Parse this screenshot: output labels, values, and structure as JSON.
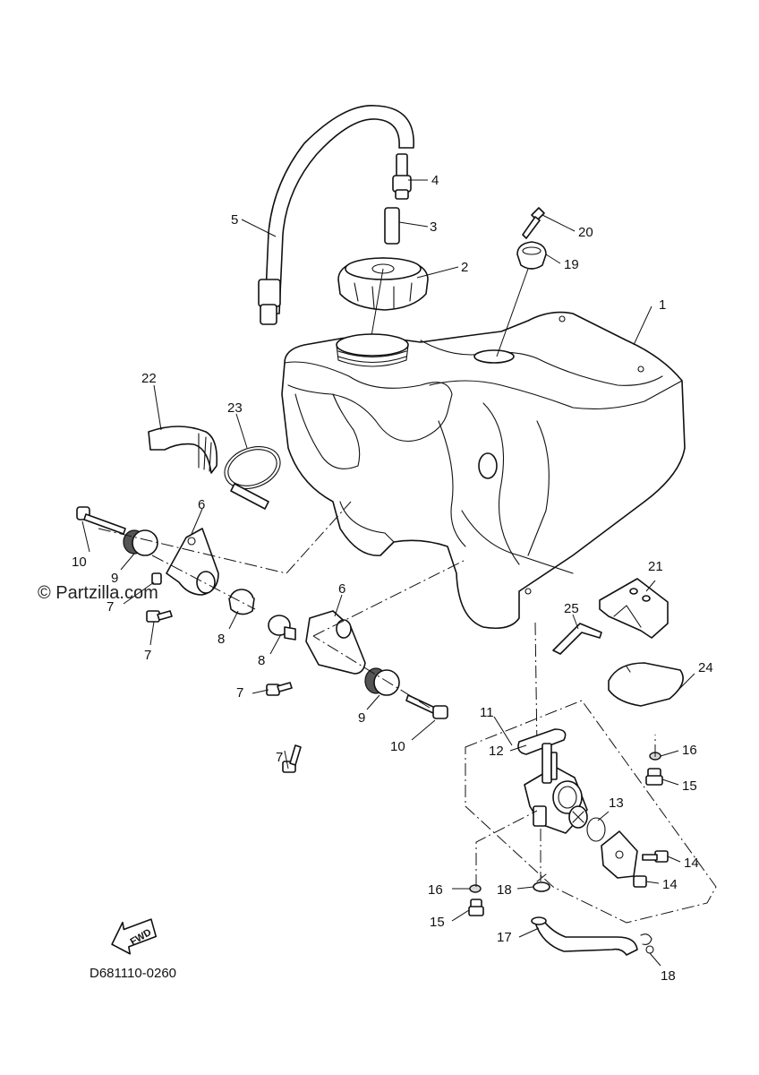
{
  "watermark": "© Partzilla.com",
  "diagram_code": "D681110-0260",
  "fwd_label": "FWD",
  "colors": {
    "line": "#111111",
    "background": "#ffffff",
    "shade": "#d8d8d8"
  },
  "callouts": {
    "c1": "1",
    "c2": "2",
    "c3": "3",
    "c4": "4",
    "c5": "5",
    "c6a": "6",
    "c6b": "6",
    "c7a": "7",
    "c7b": "7",
    "c7c": "7",
    "c7d": "7",
    "c8a": "8",
    "c8b": "8",
    "c9a": "9",
    "c9b": "9",
    "c10a": "10",
    "c10b": "10",
    "c11": "11",
    "c12": "12",
    "c13": "13",
    "c14a": "14",
    "c14b": "14",
    "c15a": "15",
    "c15b": "15",
    "c16a": "16",
    "c16b": "16",
    "c17": "17",
    "c18a": "18",
    "c18b": "18",
    "c19": "19",
    "c20": "20",
    "c21": "21",
    "c22": "22",
    "c23": "23",
    "c24": "24",
    "c25": "25"
  }
}
